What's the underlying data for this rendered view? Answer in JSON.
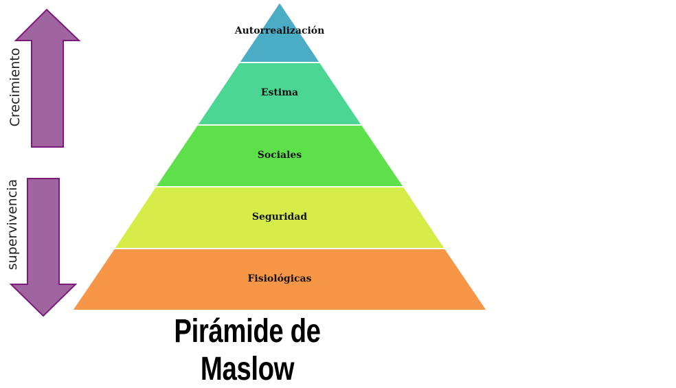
{
  "levels": [
    {
      "label": "Autorrealización",
      "color": "#4bacc6"
    },
    {
      "label": "Estima",
      "color": "#4bd694"
    },
    {
      "label": "Sociales",
      "color": "#5ee04a"
    },
    {
      "label": "Seguridad",
      "color": "#d6ec48"
    },
    {
      "label": "Fisiológicas",
      "color": "#f79646"
    }
  ],
  "arrows": {
    "up_label": "Crecimiento",
    "down_label": "supervivencia",
    "fill": "#a064a0",
    "stroke": "#7a1a7a"
  },
  "title": "Pirámide de Maslow"
}
